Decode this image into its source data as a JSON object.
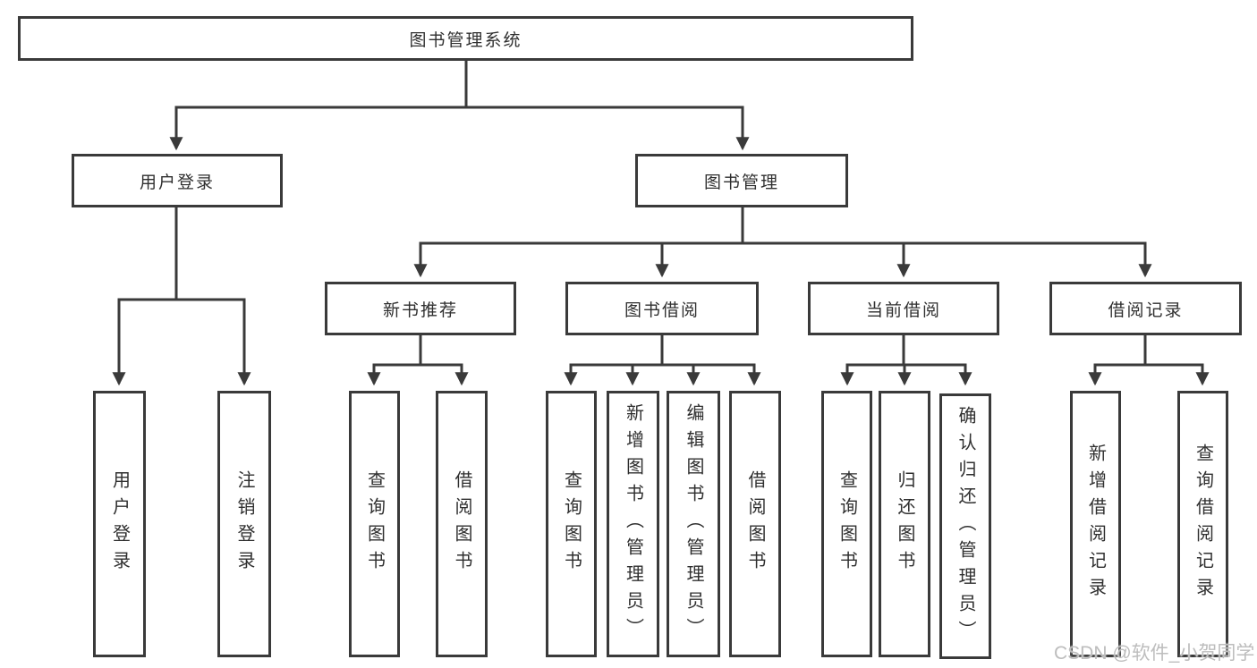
{
  "diagram": {
    "title_node": "图书管理系统",
    "level2": {
      "user_login": "用户登录",
      "book_management": "图书管理"
    },
    "level3": {
      "new_book_recommend": "新书推荐",
      "book_borrow": "图书借阅",
      "current_borrow": "当前借阅",
      "borrow_record": "借阅记录"
    },
    "leaves": {
      "user_login_leaf": "用户登录",
      "logout_leaf": "注销登录",
      "nbr_query_books": "查询图书",
      "nbr_borrow_books": "借阅图书",
      "bb_query_books": "查询图书",
      "bb_add_books_admin": "新增图书（管理员）",
      "bb_edit_books_admin": "编辑图书（管理员）",
      "bb_borrow_books": "借阅图书",
      "cb_query_books": "查询图书",
      "cb_return_books": "归还图书",
      "cb_confirm_return_admin": "确认归还（管理员）",
      "br_add_record": "新增借阅记录",
      "br_query_record": "查询借阅记录"
    }
  },
  "colors": {
    "line": "#3a3a3a",
    "text": "#2f2f2f",
    "background": "#ffffff",
    "watermark": "#bdbdbd"
  },
  "watermark": "CSDN @软件_小贺同学"
}
